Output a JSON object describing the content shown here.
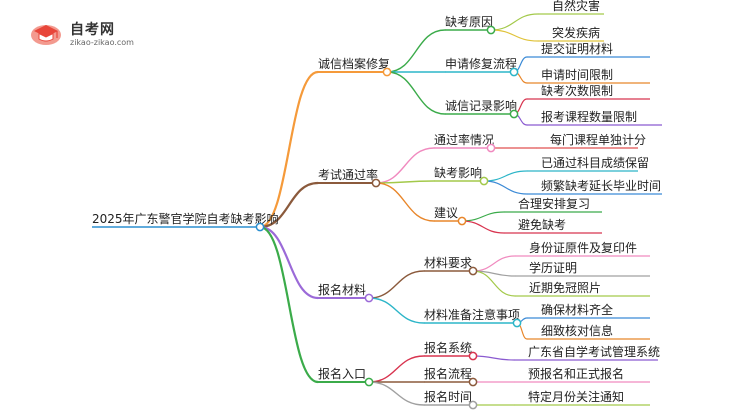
{
  "logo": {
    "title": "自考网",
    "url": "zikao-zikao.com",
    "icon": "graduation-cap-icon",
    "colors": {
      "primary": "#e8463a",
      "secondary": "#f39a8f"
    }
  },
  "mindmap": {
    "root": "2025年广东警官学院自考缺考影响",
    "branches": [
      {
        "label": "诚信档案修复",
        "color": "#f59a3a",
        "children": [
          {
            "label": "缺考原因",
            "color": "#3bab4a",
            "children": [
              {
                "label": "自然灾害",
                "color": "#a3c94a"
              },
              {
                "label": "突发疾病",
                "color": "#e0c33a"
              }
            ]
          },
          {
            "label": "申请修复流程",
            "color": "#2cb5c8",
            "children": [
              {
                "label": "提交证明材料",
                "color": "#3b8ad6"
              },
              {
                "label": "申请时间限制",
                "color": "#e8862a"
              }
            ]
          },
          {
            "label": "诚信记录影响",
            "color": "#3bab4a",
            "children": [
              {
                "label": "缺考次数限制",
                "color": "#d8344f"
              },
              {
                "label": "报考课程数量限制",
                "color": "#8a5ad0"
              }
            ]
          }
        ]
      },
      {
        "label": "考试通过率",
        "color": "#8b5a3c",
        "children": [
          {
            "label": "通过率情况",
            "color": "#f08abf",
            "children": [
              {
                "label": "每门课程单独计分",
                "color": "#e05050"
              }
            ]
          },
          {
            "label": "缺考影响",
            "color": "#a3c94a",
            "children": [
              {
                "label": "已通过科目成绩保留",
                "color": "#2cb5c8"
              },
              {
                "label": "频繁缺考延长毕业时间",
                "color": "#3b8ad6"
              }
            ]
          },
          {
            "label": "建议",
            "color": "#e8862a",
            "children": [
              {
                "label": "合理安排复习",
                "color": "#3bab4a"
              },
              {
                "label": "避免缺考",
                "color": "#d8344f"
              }
            ]
          }
        ]
      },
      {
        "label": "报名材料",
        "color": "#9b6ad8",
        "children": [
          {
            "label": "材料要求",
            "color": "#8b5a3c",
            "children": [
              {
                "label": "身份证原件及复印件",
                "color": "#f08abf"
              },
              {
                "label": "学历证明",
                "color": "#a0a0a0"
              },
              {
                "label": "近期免冠照片",
                "color": "#a3c94a"
              }
            ]
          },
          {
            "label": "材料准备注意事项",
            "color": "#2cb5c8",
            "children": [
              {
                "label": "确保材料齐全",
                "color": "#3b8ad6"
              },
              {
                "label": "细致核对信息",
                "color": "#e8862a"
              }
            ]
          }
        ]
      },
      {
        "label": "报名入口",
        "color": "#3bab4a",
        "children": [
          {
            "label": "报名系统",
            "color": "#d8344f",
            "children": [
              {
                "label": "广东省自学考试管理系统",
                "color": "#8a5ad0"
              }
            ]
          },
          {
            "label": "报名流程",
            "color": "#8b5a3c",
            "children": [
              {
                "label": "预报名和正式报名",
                "color": "#f08abf"
              }
            ]
          },
          {
            "label": "报名时间",
            "color": "#a0a0a0",
            "children": [
              {
                "label": "特定月份关注通知",
                "color": "#a3c94a"
              }
            ]
          }
        ]
      }
    ]
  }
}
